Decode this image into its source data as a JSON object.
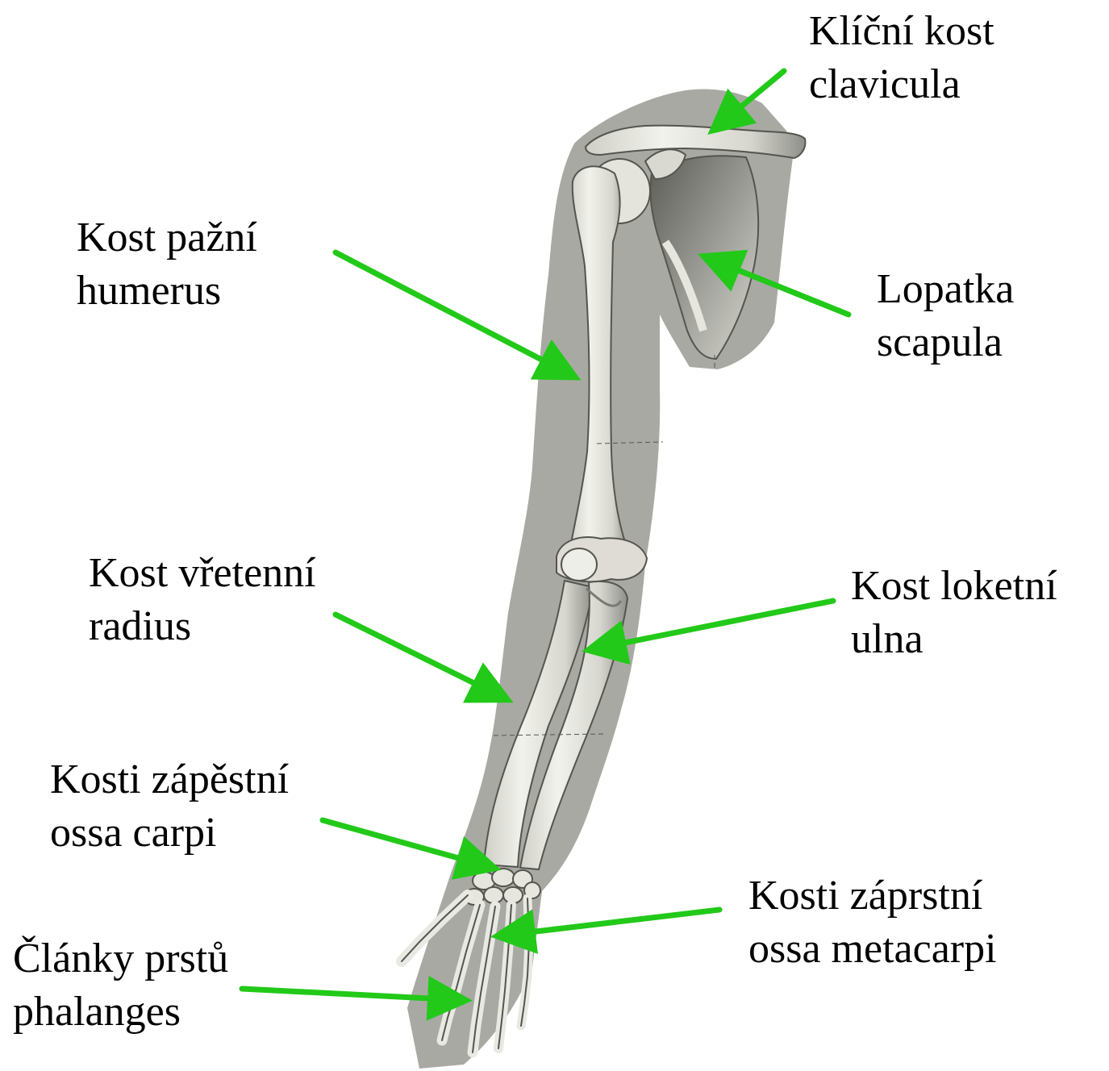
{
  "colors": {
    "arrow": "#22c919",
    "silhouette": "#a9a9a4",
    "bone": "#e9e9e2",
    "bone_shadow": "#8e8e88",
    "bone_outline": "#55554f"
  },
  "labels": {
    "clavicle": {
      "czech": "Klíční kost",
      "latin": "clavicula"
    },
    "humerus": {
      "czech": "Kost pažní",
      "latin": "humerus"
    },
    "scapula": {
      "czech": "Lopatka",
      "latin": "scapula"
    },
    "radius": {
      "czech": "Kost vřetenní",
      "latin": "radius"
    },
    "ulna": {
      "czech": "Kost loketní",
      "latin": "ulna"
    },
    "carpals": {
      "czech": "Kosti zápěstní",
      "latin": "ossa carpi"
    },
    "metacarpals": {
      "czech": "Kosti záprstní",
      "latin": "ossa metacarpi"
    },
    "phalanges": {
      "czech": "Články prstů",
      "latin": "phalanges"
    }
  }
}
